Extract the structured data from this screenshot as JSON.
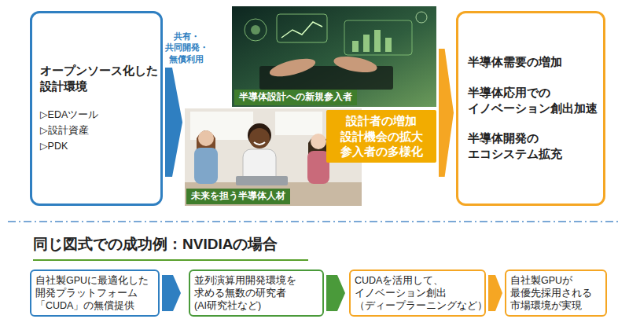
{
  "diagram": {
    "nodes": [
      {
        "text": [
          "オープンソース化した 設計環境",
          "▷EDAツール",
          "▷設計資産",
          "▷PDK"
        ]
      },
      {
        "text": [
          "半導体設計への新規参入者"
        ]
      },
      {
        "text": [
          "未来を担う半導体人材"
        ]
      },
      {
        "text": [
          "設計者の増加 設計機会の拡大 参入者の多様化"
        ]
      },
      {
        "text": [
          "半導体需要の増加",
          "半導体応用での イノベーション創出加速",
          "半導体開発の エコシステム拡充"
        ]
      },
      {
        "text": [
          "自社製GPUに最適化した 開発プラットフォーム 「CUDA」の無償提供"
        ]
      },
      {
        "text": [
          "並列演算用開発環境を 求める無数の研究者 (AI研究社など)"
        ]
      },
      {
        "text": [
          "CUDAを活用して、 イノベーション創出 （ディープラーニングなど）"
        ]
      },
      {
        "text": [
          "自社製GPUが 最優先採用される 市場環境が実現"
        ]
      }
    ],
    "edges": [
      {
        "from": 0,
        "to": 2,
        "arrow": "to",
        "label": "共有・ 共同開発・ 無償利用"
      },
      {
        "from": 3,
        "to": 4,
        "arrow": "to"
      },
      {
        "from": 5,
        "to": 6,
        "arrow": "to"
      },
      {
        "from": 6,
        "to": 7,
        "arrow": "to"
      },
      {
        "from": 7,
        "to": 8,
        "arrow": "to"
      }
    ],
    "labels": [
      "同じ図式での成功例：NVIDIAの場合"
    ]
  }
}
